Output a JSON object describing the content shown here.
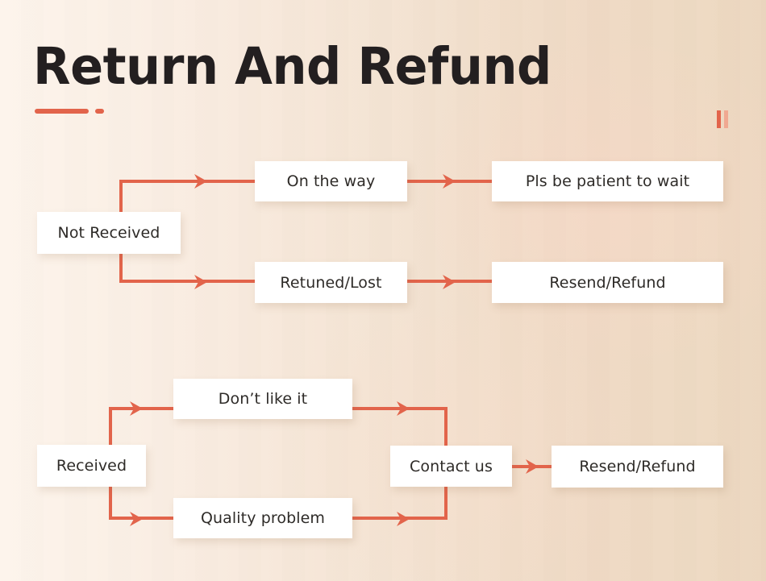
{
  "page": {
    "title": "Return And Refund",
    "accent_color": "#e2644b",
    "accent_color_faded": "#f0a891",
    "background_from": "#fcf2e8",
    "background_to": "#eedac3",
    "title_color": "#231f20",
    "node_text_color": "#2e2b28",
    "node_background": "#ffffff"
  },
  "corner_mark": {
    "bar_solid": "solid-bar-icon",
    "bar_faded": "faded-bar-icon"
  },
  "flows": [
    {
      "id": "not-received-flow",
      "source": {
        "label": "Not Received"
      },
      "branches": [
        {
          "stage": "On the way",
          "outcome": "Pls be patient to wait"
        },
        {
          "stage": "Retuned/Lost",
          "outcome": "Resend/Refund"
        }
      ]
    },
    {
      "id": "received-flow",
      "source": {
        "label": "Received"
      },
      "branches": [
        {
          "stage": "Don’t like it"
        },
        {
          "stage": "Quality problem"
        }
      ],
      "merge": {
        "label": "Contact us"
      },
      "outcome": {
        "label": "Resend/Refund"
      }
    }
  ],
  "nodes": {
    "not_received": "Not Received",
    "on_the_way": "On the way",
    "pls_be_patient": "Pls be patient to wait",
    "returned_lost": "Retuned/Lost",
    "resend_refund_top": "Resend/Refund",
    "received": "Received",
    "dont_like_it": "Don’t like it",
    "quality_problem": "Quality problem",
    "contact_us": "Contact us",
    "resend_refund_bottom": "Resend/Refund"
  }
}
